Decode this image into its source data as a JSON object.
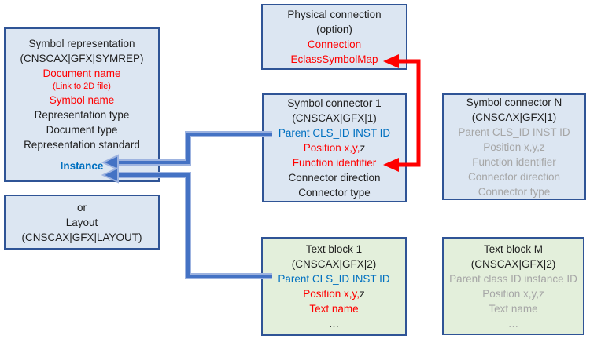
{
  "colors": {
    "black": "#1f1f1f",
    "red": "#ff0000",
    "blue": "#0070c0",
    "gray": "#a6a6a6",
    "box_blue_fill": "#dce6f2",
    "box_green_fill": "#e3efdb",
    "box_border": "#2f5496",
    "arrow_blue": "#4472c4",
    "arrow_blue_halo": "#9db3e0",
    "arrow_red": "#ff0000"
  },
  "boxes": [
    {
      "id": "box-symbol-representation",
      "variant": "blue",
      "lines": [
        {
          "parts": [
            {
              "text": "Symbol representation",
              "color": "black"
            }
          ]
        },
        {
          "parts": [
            {
              "text": "(CNSCAX|GFX|SYMREP)",
              "color": "black"
            }
          ]
        },
        {
          "parts": [
            {
              "text": "Document name",
              "color": "red"
            }
          ]
        },
        {
          "small": true,
          "parts": [
            {
              "text": "(Link to 2D file)",
              "color": "red"
            }
          ]
        },
        {
          "parts": [
            {
              "text": "Symbol name",
              "color": "red"
            }
          ]
        },
        {
          "parts": [
            {
              "text": "Representation type",
              "color": "black"
            }
          ]
        },
        {
          "parts": [
            {
              "text": "Document type",
              "color": "black"
            }
          ]
        },
        {
          "parts": [
            {
              "text": "Representation standard",
              "color": "black"
            }
          ]
        },
        {
          "spacer": true,
          "parts": []
        },
        {
          "parts": [
            {
              "text": "Instance",
              "color": "blue",
              "bold": true
            }
          ]
        }
      ]
    },
    {
      "id": "box-layout",
      "variant": "blue",
      "lines": [
        {
          "parts": [
            {
              "text": "or",
              "color": "black"
            }
          ]
        },
        {
          "parts": [
            {
              "text": "Layout",
              "color": "black"
            }
          ]
        },
        {
          "parts": [
            {
              "text": "(CNSCAX|GFX|LAYOUT)",
              "color": "black"
            }
          ]
        }
      ]
    },
    {
      "id": "box-physical-connection",
      "variant": "blue",
      "lines": [
        {
          "parts": [
            {
              "text": "Physical connection",
              "color": "black"
            }
          ]
        },
        {
          "parts": [
            {
              "text": "(option)",
              "color": "black"
            }
          ]
        },
        {
          "parts": [
            {
              "text": "Connection",
              "color": "red"
            }
          ]
        },
        {
          "parts": [
            {
              "text": "EclassSymbolMap",
              "color": "red"
            }
          ]
        }
      ]
    },
    {
      "id": "box-symbol-connector-1",
      "variant": "blue",
      "lines": [
        {
          "parts": [
            {
              "text": "Symbol connector 1",
              "color": "black"
            }
          ]
        },
        {
          "parts": [
            {
              "text": "(CNSCAX|GFX|1)",
              "color": "black"
            }
          ]
        },
        {
          "parts": [
            {
              "text": "Parent CLS_ID INST ID",
              "color": "blue"
            }
          ]
        },
        {
          "parts": [
            {
              "text": "Position x,y,",
              "color": "red"
            },
            {
              "text": "z",
              "color": "black"
            }
          ]
        },
        {
          "parts": [
            {
              "text": "Function identifier",
              "color": "red"
            }
          ]
        },
        {
          "parts": [
            {
              "text": "Connector direction",
              "color": "black"
            }
          ]
        },
        {
          "parts": [
            {
              "text": "Connector type",
              "color": "black"
            }
          ]
        }
      ]
    },
    {
      "id": "box-symbol-connector-n",
      "variant": "blue",
      "lines": [
        {
          "parts": [
            {
              "text": "Symbol connector N",
              "color": "black"
            }
          ]
        },
        {
          "parts": [
            {
              "text": "(CNSCAX|GFX|1)",
              "color": "black"
            }
          ]
        },
        {
          "parts": [
            {
              "text": "Parent CLS_ID INST ID",
              "color": "gray"
            }
          ]
        },
        {
          "parts": [
            {
              "text": "Position x,y,z",
              "color": "gray"
            }
          ]
        },
        {
          "parts": [
            {
              "text": "Function identifier",
              "color": "gray"
            }
          ]
        },
        {
          "parts": [
            {
              "text": "Connector direction",
              "color": "gray"
            }
          ]
        },
        {
          "parts": [
            {
              "text": "Connector type",
              "color": "gray"
            }
          ]
        }
      ]
    },
    {
      "id": "box-text-block-1",
      "variant": "green",
      "lines": [
        {
          "parts": [
            {
              "text": "Text block 1",
              "color": "black"
            }
          ]
        },
        {
          "parts": [
            {
              "text": "(CNSCAX|GFX|2)",
              "color": "black"
            }
          ]
        },
        {
          "parts": [
            {
              "text": "Parent CLS_ID INST ID",
              "color": "blue"
            }
          ]
        },
        {
          "parts": [
            {
              "text": "Position x,y,",
              "color": "red"
            },
            {
              "text": "z",
              "color": "black"
            }
          ]
        },
        {
          "parts": [
            {
              "text": "Text name",
              "color": "red"
            }
          ]
        },
        {
          "parts": [
            {
              "text": "…",
              "color": "black"
            }
          ]
        }
      ]
    },
    {
      "id": "box-text-block-m",
      "variant": "green",
      "lines": [
        {
          "parts": [
            {
              "text": "Text block M",
              "color": "black"
            }
          ]
        },
        {
          "parts": [
            {
              "text": "(CNSCAX|GFX|2)",
              "color": "black"
            }
          ]
        },
        {
          "parts": [
            {
              "text": "Parent class ID instance ID",
              "color": "gray"
            }
          ]
        },
        {
          "parts": [
            {
              "text": "Position x,y,z",
              "color": "gray"
            }
          ]
        },
        {
          "parts": [
            {
              "text": "Text name",
              "color": "gray"
            }
          ]
        },
        {
          "parts": [
            {
              "text": "…",
              "color": "gray"
            }
          ]
        }
      ]
    }
  ],
  "connectors": [
    {
      "id": "blue-arrow-symbol-connector-1-to-instance",
      "color": "blue",
      "from": "Symbol connector 1 / Parent CLS_ID INST ID",
      "to": "Symbol representation / Instance"
    },
    {
      "id": "blue-arrow-text-block-1-to-instance",
      "color": "blue",
      "from": "Text block 1 / Parent CLS_ID INST ID",
      "to": "Symbol representation / Instance"
    },
    {
      "id": "red-arrow-function-identifier-eclasssymbolmap",
      "color": "red",
      "from": "Symbol connector 1 / Function identifier",
      "to": "Physical connection / EclassSymbolMap"
    }
  ]
}
